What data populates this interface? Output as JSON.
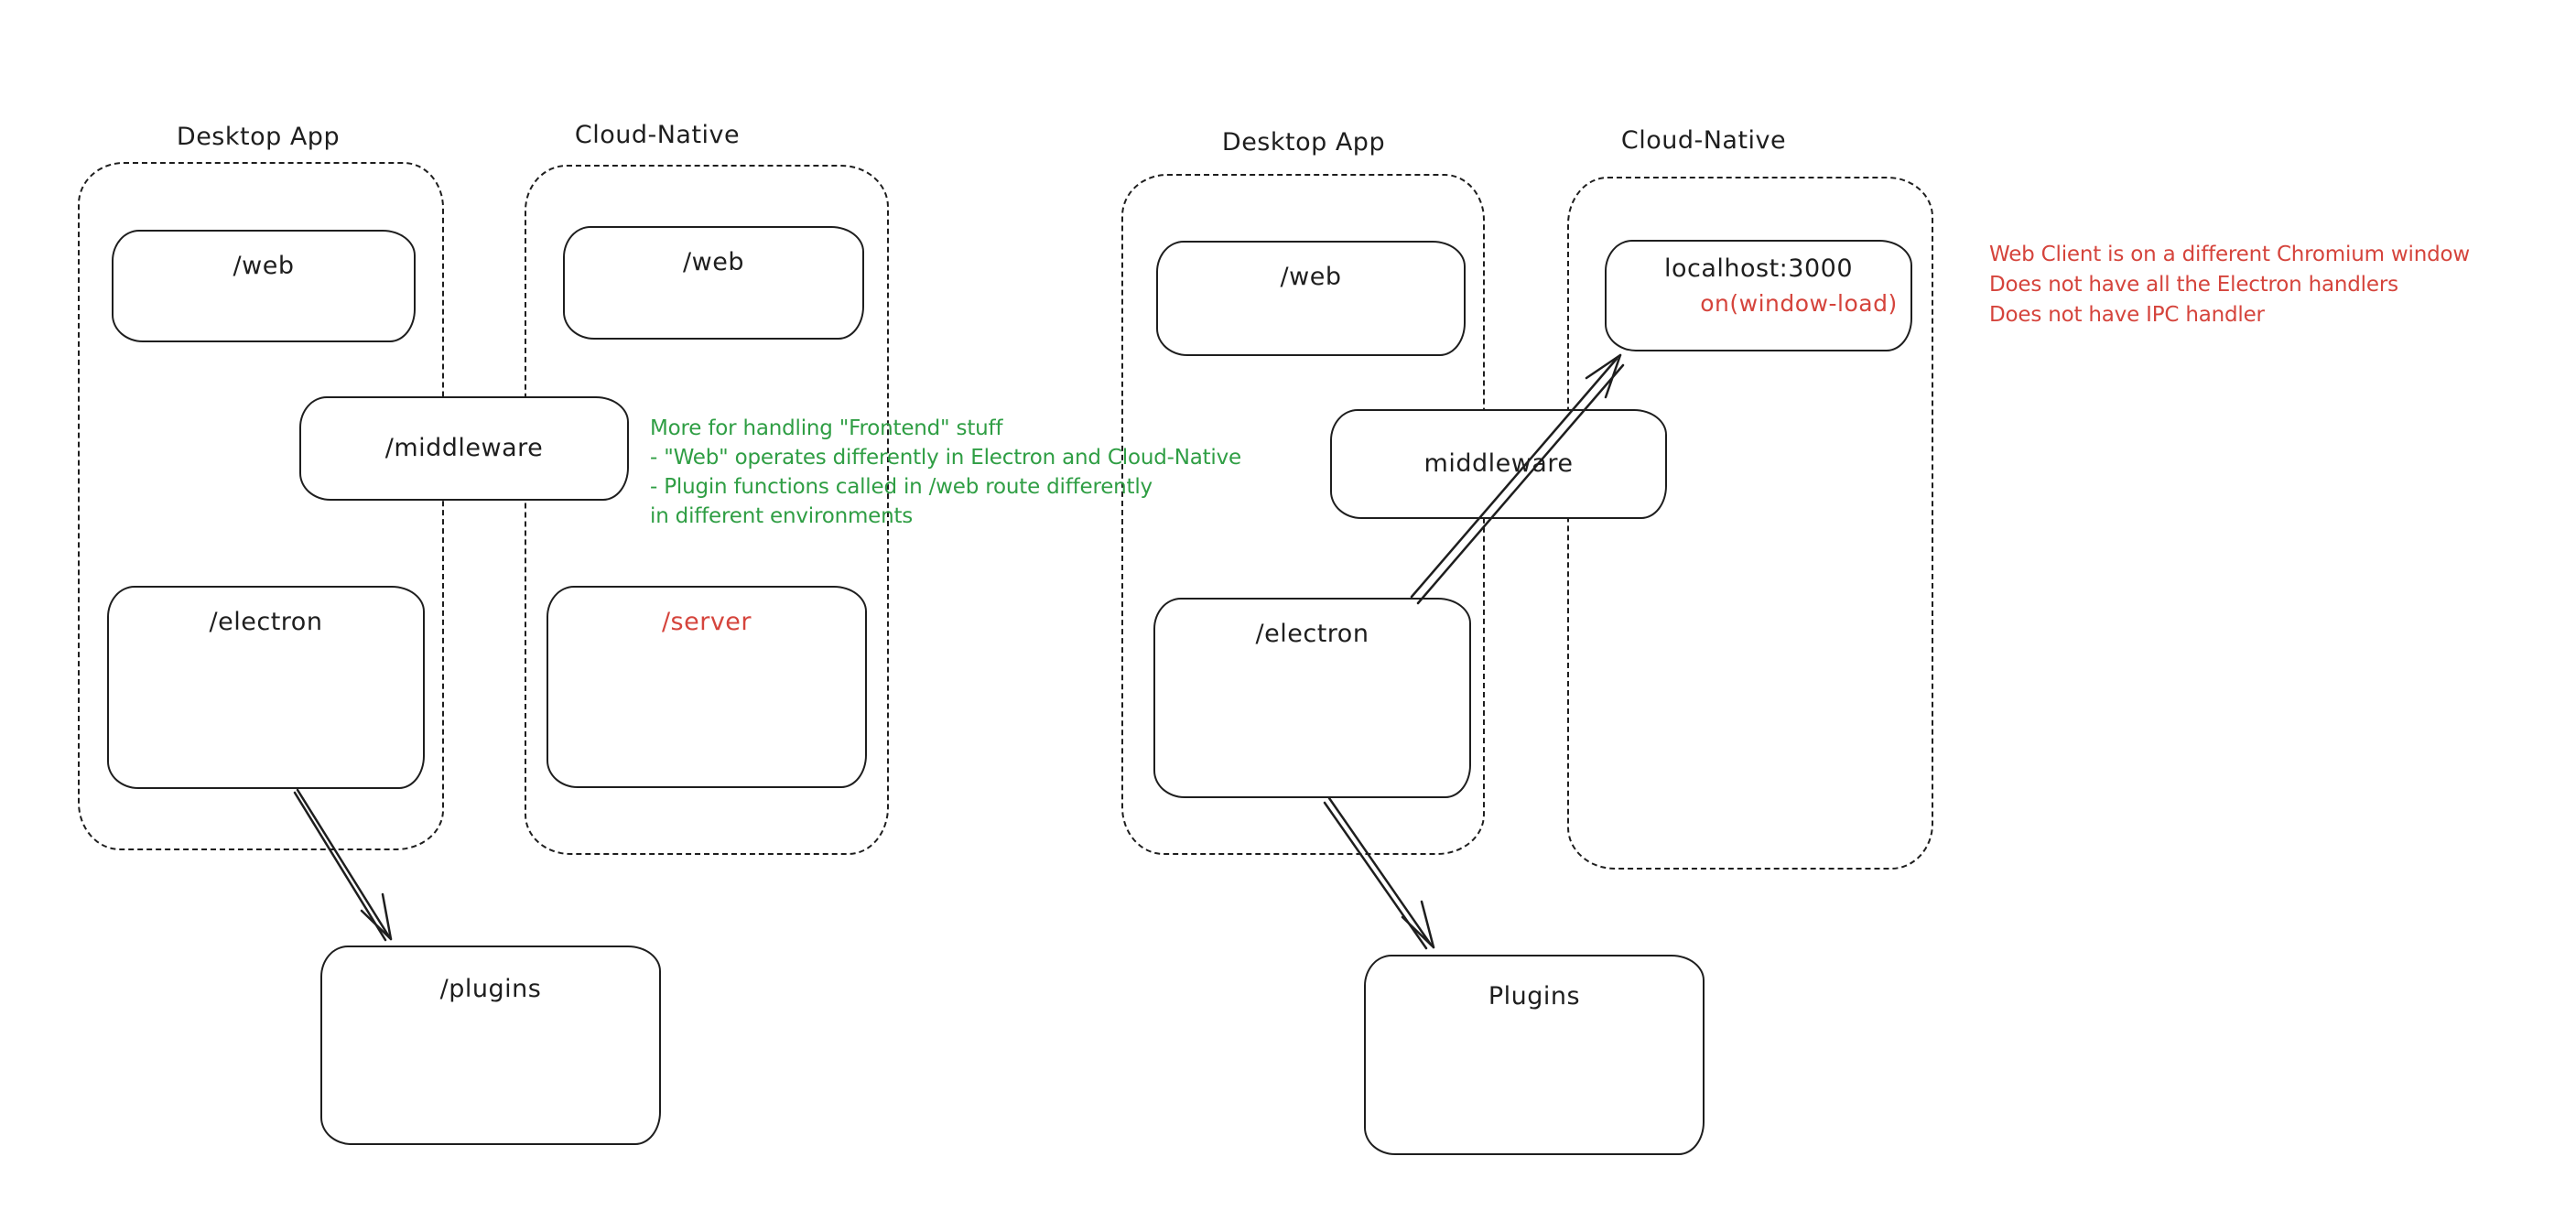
{
  "colors": {
    "stroke": "#1e1e1e",
    "red": "#d5443c",
    "green": "#2f9e44",
    "background": "#ffffff"
  },
  "left": {
    "desktop_title": "Desktop App",
    "cloud_title": "Cloud-Native",
    "web_desktop": "/web",
    "web_cloud": "/web",
    "middleware": "/middleware",
    "electron": "/electron",
    "server": "/server",
    "plugins": "/plugins",
    "note": [
      "More for handling \"Frontend\" stuff",
      "- \"Web\" operates differently in Electron and Cloud-Native",
      "- Plugin functions called in /web route differently",
      "in different environments"
    ]
  },
  "right": {
    "desktop_title": "Desktop App",
    "cloud_title": "Cloud-Native",
    "web": "/web",
    "middleware": "middleware",
    "electron": "/electron",
    "localhost_line1": "localhost:3000",
    "localhost_line2": "on(window-load)",
    "plugins": "Plugins",
    "note": [
      "Web Client is on a different Chromium window",
      "Does not have all the Electron handlers",
      "Does not have IPC handler"
    ]
  }
}
